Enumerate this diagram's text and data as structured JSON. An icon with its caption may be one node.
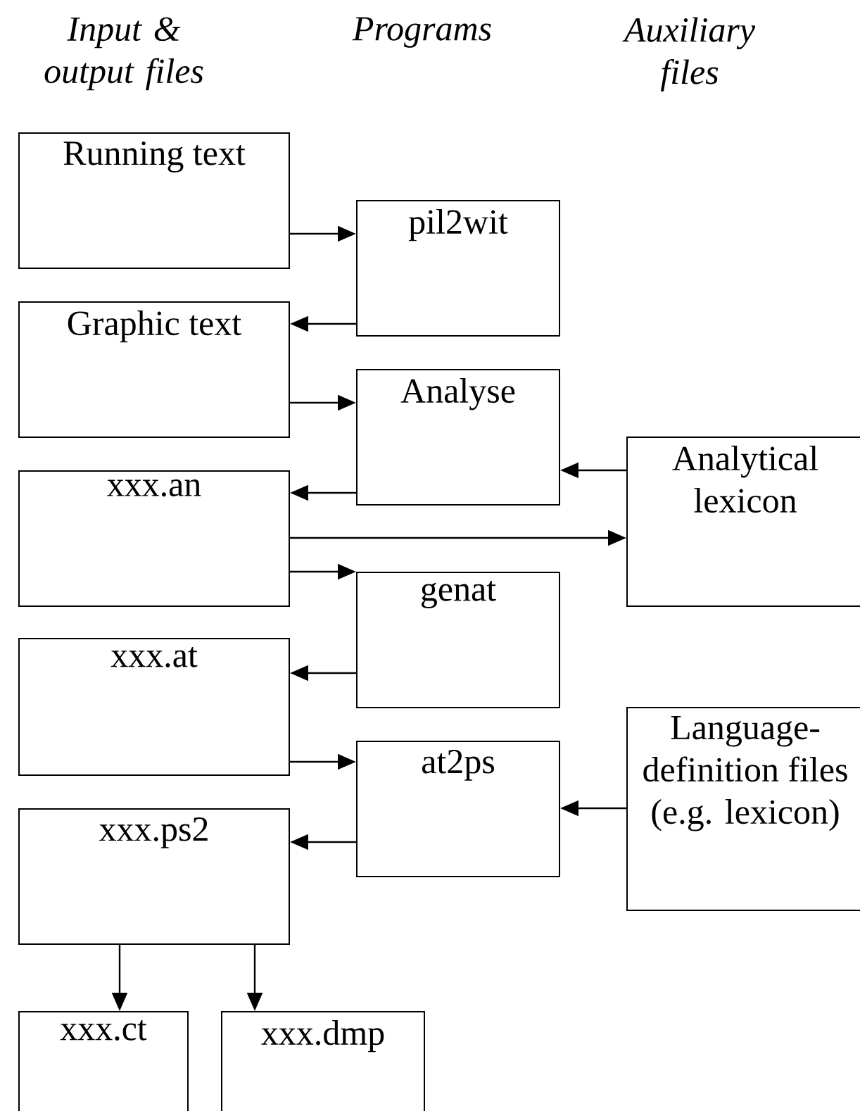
{
  "diagram": {
    "nodes": [
      {
        "text": [
          "Running text"
        ]
      },
      {
        "text": [
          "pil2wit"
        ]
      },
      {
        "text": [
          "Graphic text"
        ]
      },
      {
        "text": [
          "Analyse"
        ]
      },
      {
        "text": [
          "Analytical lexicon"
        ]
      },
      {
        "text": [
          "xxx.an"
        ]
      },
      {
        "text": [
          "genat"
        ]
      },
      {
        "text": [
          "xxx.at"
        ]
      },
      {
        "text": [
          "at2ps"
        ]
      },
      {
        "text": [
          "Language-definition files (e.g. lexicon)"
        ]
      },
      {
        "text": [
          "xxx.ps2"
        ]
      },
      {
        "text": [
          "xxx.ct"
        ]
      },
      {
        "text": [
          "xxx.dmp"
        ]
      }
    ],
    "edges": [
      {
        "from": 0,
        "to": 1,
        "arrow": "to"
      },
      {
        "from": 1,
        "to": 2,
        "arrow": "to"
      },
      {
        "from": 2,
        "to": 3,
        "arrow": "to"
      },
      {
        "from": 3,
        "to": 5,
        "arrow": "to"
      },
      {
        "from": 4,
        "to": 3,
        "arrow": "to"
      },
      {
        "from": 5,
        "to": 4,
        "arrow": "to"
      },
      {
        "from": 5,
        "to": 6,
        "arrow": "to"
      },
      {
        "from": 6,
        "to": 7,
        "arrow": "to"
      },
      {
        "from": 7,
        "to": 8,
        "arrow": "to"
      },
      {
        "from": 9,
        "to": 8,
        "arrow": "to"
      },
      {
        "from": 8,
        "to": 10,
        "arrow": "to"
      },
      {
        "from": 10,
        "to": 11,
        "arrow": "to"
      },
      {
        "from": 10,
        "to": 12,
        "arrow": "to"
      }
    ],
    "labels": [
      "Input & output files",
      "Programs",
      "Auxiliary files"
    ]
  }
}
